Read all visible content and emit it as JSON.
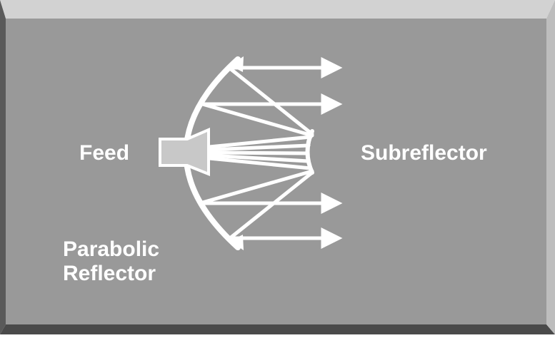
{
  "colors": {
    "panel": "#999999",
    "bevel_top": "#d2d2d2",
    "bevel_left": "#5a5a5a",
    "bevel_bottom": "#4a4a4a",
    "bevel_right": "#bdbdbd",
    "lines": "#ffffff",
    "feed_fill": "#c8c8c8"
  },
  "labels": {
    "feed": "Feed",
    "subreflector": "Subreflector",
    "parabolic_line1": "Parabolic",
    "parabolic_line2": "Reflector"
  }
}
